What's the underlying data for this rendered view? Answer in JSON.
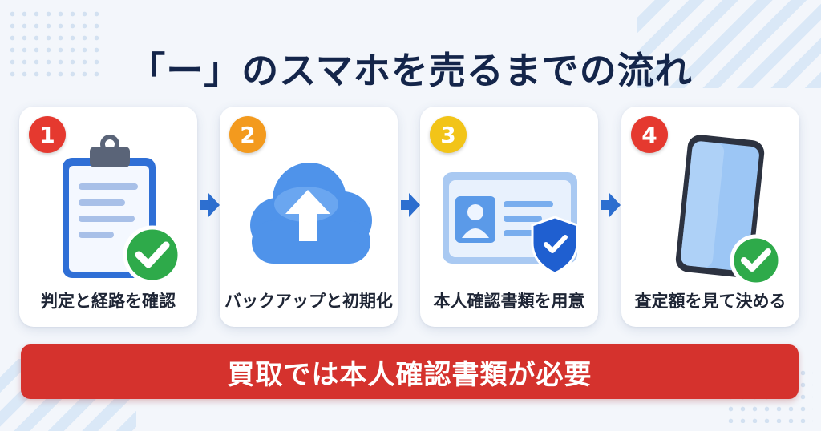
{
  "title": "「ー」のスマホを売るまでの流れ",
  "steps": [
    {
      "number": "1",
      "label": "判定と経路を確認",
      "icon": "clipboard-check-icon"
    },
    {
      "number": "2",
      "label": "バックアップと初期化",
      "icon": "cloud-upload-icon"
    },
    {
      "number": "3",
      "label": "本人確認書類を用意",
      "icon": "id-card-shield-icon"
    },
    {
      "number": "4",
      "label": "査定額を見て決める",
      "icon": "smartphone-check-icon"
    }
  ],
  "banner": "買取では本人確認書類が必要",
  "colors": {
    "title": "#14254a",
    "step1": "#e5392f",
    "step2": "#f39a1e",
    "step3": "#f2c418",
    "step4": "#e5392f",
    "arrow": "#2d6fd0",
    "banner": "#d5322d",
    "check": "#2eaa4a"
  }
}
